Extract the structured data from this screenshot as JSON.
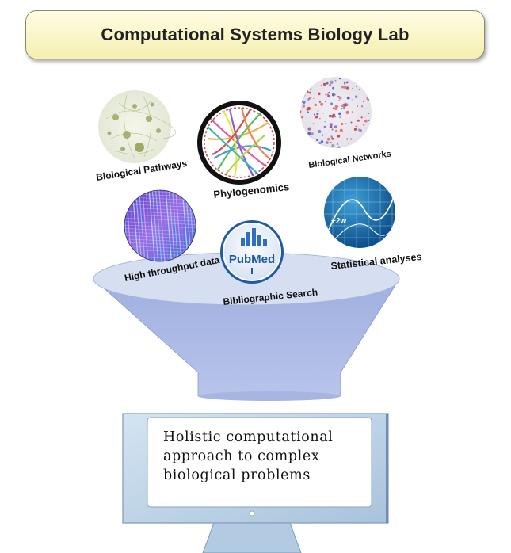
{
  "title": "Computational Systems Biology Lab",
  "labels": {
    "pathways": "Biological Pathways",
    "phylogenomics": "Phylogenomics",
    "networks": "Biological Networks",
    "throughput": "High throughput data",
    "statistical": "Statistical analyses",
    "bibliographic": "Bibliographic Search"
  },
  "pubmed_logo": "PubMed",
  "screen": {
    "line1": "Holistic  computational",
    "line2": "approach  to  complex",
    "line3": "biological  problems"
  },
  "colors": {
    "banner_fill": "#f5efb0",
    "funnel": "#aab8e0",
    "funnel_rim": "#d4dcf0",
    "monitor": "#b9d0e6"
  }
}
